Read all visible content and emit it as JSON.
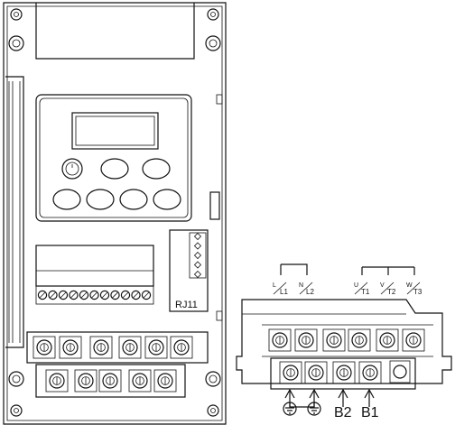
{
  "front_view": {
    "connector_label": "RJ11"
  },
  "side_view": {
    "top_terminals": [
      {
        "code": "L",
        "sub": "L1"
      },
      {
        "code": "N",
        "sub": "L2"
      },
      {
        "code": "U",
        "sub": "T1"
      },
      {
        "code": "V",
        "sub": "T2"
      },
      {
        "code": "W",
        "sub": "T3"
      }
    ],
    "bottom_labels": {
      "b2": "B2",
      "b1": "B1"
    },
    "ground_icon": "ground-symbol-icon"
  }
}
